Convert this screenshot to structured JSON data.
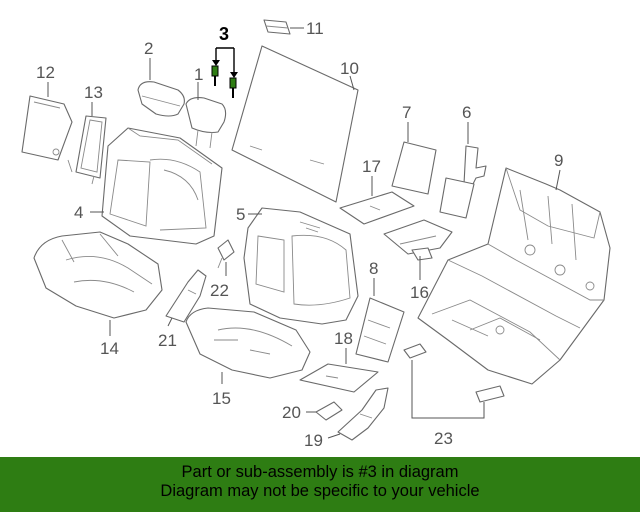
{
  "diagram": {
    "highlighted_callout": "3",
    "callouts": [
      "1",
      "2",
      "3",
      "4",
      "5",
      "6",
      "7",
      "8",
      "9",
      "10",
      "11",
      "12",
      "13",
      "14",
      "15",
      "16",
      "17",
      "18",
      "19",
      "20",
      "21",
      "22",
      "23"
    ],
    "highlight_color": "#2e7d13"
  },
  "banner": {
    "line1": "Part or sub-assembly is #3 in diagram",
    "line2": "Diagram may not be specific to your vehicle",
    "background": "#2e7d13"
  }
}
